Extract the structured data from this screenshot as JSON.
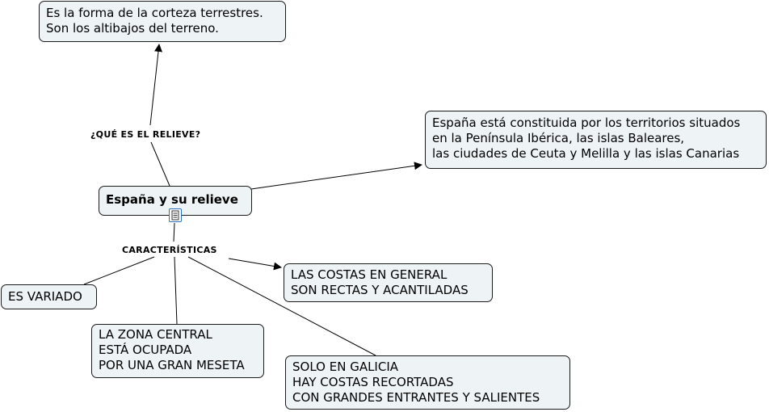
{
  "root": {
    "title": "España y su relieve"
  },
  "definition": {
    "link_label": "¿QUÉ ES EL RELIEVE?",
    "lines": [
      "Es la forma de la corteza terrestres.",
      "Son los altibajos del terreno."
    ]
  },
  "territory": {
    "lines": [
      "España está constituida por los territorios situados",
      "en la Península Ibérica, las islas Baleares,",
      "las ciudades de Ceuta y Melilla y las islas Canarias"
    ]
  },
  "characteristics": {
    "link_label": "CARACTERÍSTICAS",
    "items": [
      {
        "lines": [
          "LAS COSTAS EN GENERAL",
          "SON RECTAS Y ACANTILADAS"
        ]
      },
      {
        "lines": [
          "ES VARIADO"
        ]
      },
      {
        "lines": [
          "LA ZONA CENTRAL",
          "ESTÁ OCUPADA",
          "POR UNA GRAN MESETA"
        ]
      },
      {
        "lines": [
          "SOLO EN GALICIA",
          "HAY COSTAS RECORTADAS",
          "CON GRANDES ENTRANTES Y SALIENTES"
        ]
      }
    ]
  },
  "icons": {
    "attachment": "document-icon"
  },
  "colors": {
    "node_fill": "#eef3f5",
    "node_border": "#1a1a1a",
    "line": "#000000",
    "icon_accent": "#2c6fbf"
  }
}
